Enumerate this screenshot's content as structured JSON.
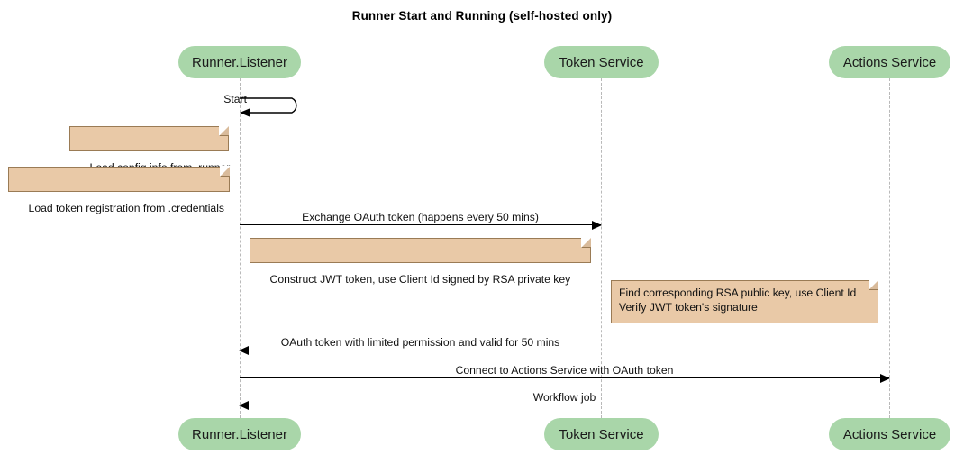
{
  "diagram": {
    "title": "Runner Start and Running (self-hosted only)",
    "type": "sequence-diagram",
    "colors": {
      "participant_fill": "#a9d6a9",
      "note_fill": "#e9c9a7",
      "note_border": "#9a7b55",
      "lifeline": "#b9b9b9",
      "line": "#000000",
      "text": "#111111"
    }
  },
  "participants": [
    {
      "id": "runner",
      "label": "Runner.Listener"
    },
    {
      "id": "token",
      "label": "Token Service"
    },
    {
      "id": "actions",
      "label": "Actions Service"
    }
  ],
  "participants_bottom": [
    {
      "id": "runner",
      "label": "Runner.Listener"
    },
    {
      "id": "token",
      "label": "Token Service"
    },
    {
      "id": "actions",
      "label": "Actions Service"
    }
  ],
  "messages": [
    {
      "id": "m0",
      "label": "Start",
      "from": "runner",
      "to": "runner",
      "kind": "self"
    },
    {
      "id": "m1",
      "label": "Exchange OAuth token (happens every 50 mins)",
      "from": "runner",
      "to": "token",
      "direction": "right"
    },
    {
      "id": "m2",
      "label": "OAuth token with limited permission and valid for 50 mins",
      "from": "token",
      "to": "runner",
      "direction": "left"
    },
    {
      "id": "m3",
      "label": "Connect to Actions Service with OAuth token",
      "from": "runner",
      "to": "actions",
      "direction": "right"
    },
    {
      "id": "m4",
      "label": "Workflow job",
      "from": "actions",
      "to": "runner",
      "direction": "left"
    }
  ],
  "notes": [
    {
      "id": "n1",
      "text": "Load config info from .runner",
      "attached_to": "runner"
    },
    {
      "id": "n2",
      "text": "Load token registration from .credentials",
      "attached_to": "runner"
    },
    {
      "id": "n3",
      "text": "Construct JWT token, use Client Id signed by RSA private key",
      "attached_to": "runner"
    },
    {
      "id": "n4",
      "line1": "Find corresponding RSA public key, use Client Id",
      "line2": "Verify JWT token's signature",
      "attached_to": "token"
    }
  ]
}
